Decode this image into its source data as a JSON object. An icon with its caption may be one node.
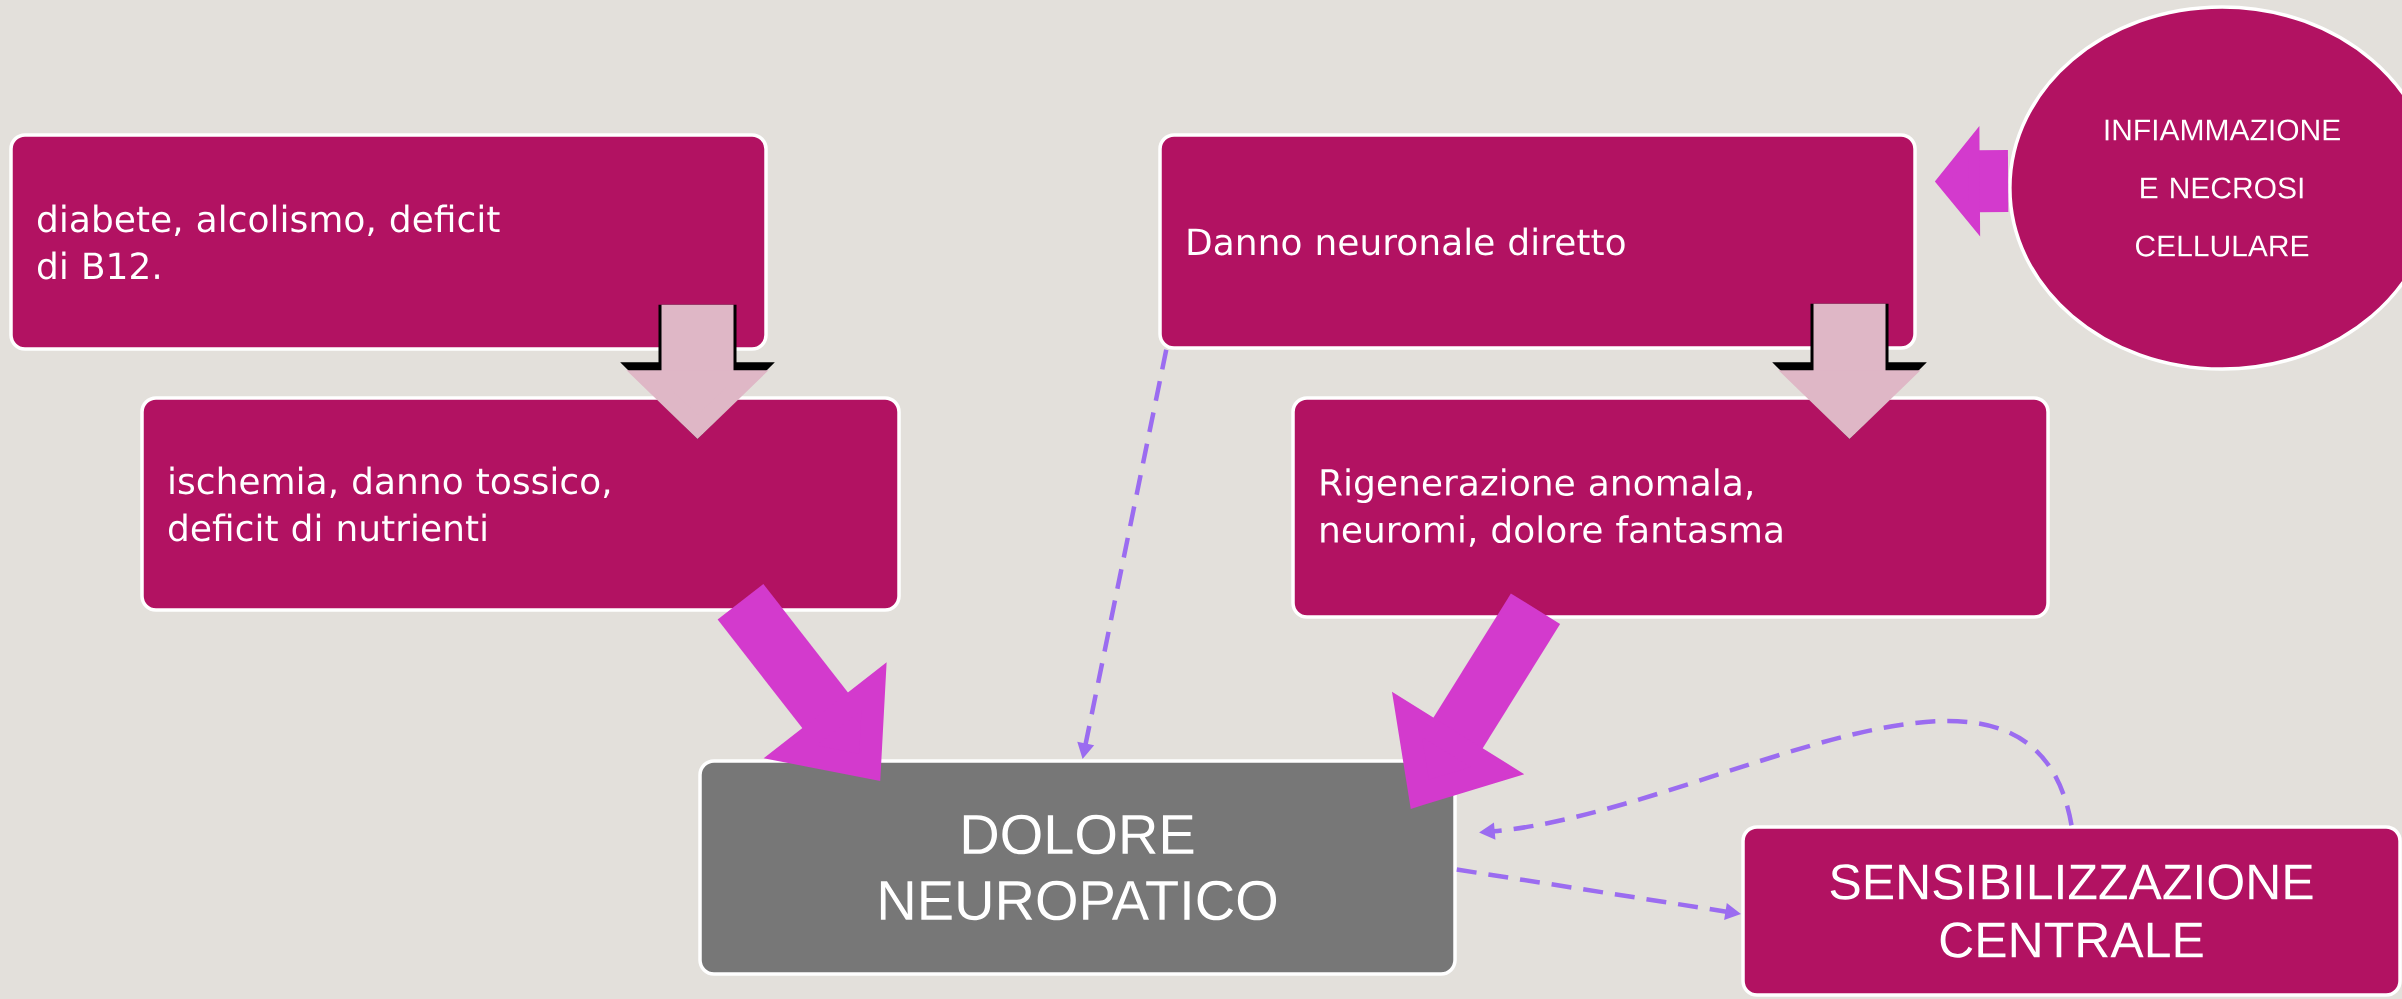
{
  "diagram": {
    "nodes": [
      {
        "text": [
          "diabete, alcolismo, deficit di B12."
        ]
      },
      {
        "text": [
          "Danno neuronale diretto"
        ]
      },
      {
        "text": [
          "INFIAMMAZIONE E NECROSI CELLULARE"
        ]
      },
      {
        "text": [
          "ischemia, danno tossico, deficit di nutrienti"
        ]
      },
      {
        "text": [
          "Rigenerazione anomala, neuromi, dolore fantasma"
        ]
      },
      {
        "text": [
          "DOLORE NEUROPATICO"
        ]
      },
      {
        "text": [
          "SENSIBILIZZAZIONE CENTRALE"
        ]
      }
    ],
    "edges": [
      {
        "from": 0,
        "to": 3,
        "arrow": "to",
        "color": "#dfb7c6"
      },
      {
        "from": 3,
        "to": 5,
        "arrow": "to",
        "color": "#d33acd"
      },
      {
        "from": 2,
        "to": 1,
        "arrow": "to",
        "color": "#d33acd"
      },
      {
        "from": 1,
        "to": 4,
        "arrow": "to",
        "color": "#dfb7c6"
      },
      {
        "from": 4,
        "to": 5,
        "arrow": "to",
        "color": "#d33acd"
      },
      {
        "from": 1,
        "to": 5,
        "arrow": "to",
        "style": "dashed",
        "color": "#9b6cf0"
      },
      {
        "from": 5,
        "to": 6,
        "arrow": "to",
        "style": "dashed",
        "color": "#9b6cf0"
      },
      {
        "from": 6,
        "to": 5,
        "arrow": "to",
        "style": "dashed",
        "color": "#9b6cf0"
      }
    ]
  }
}
